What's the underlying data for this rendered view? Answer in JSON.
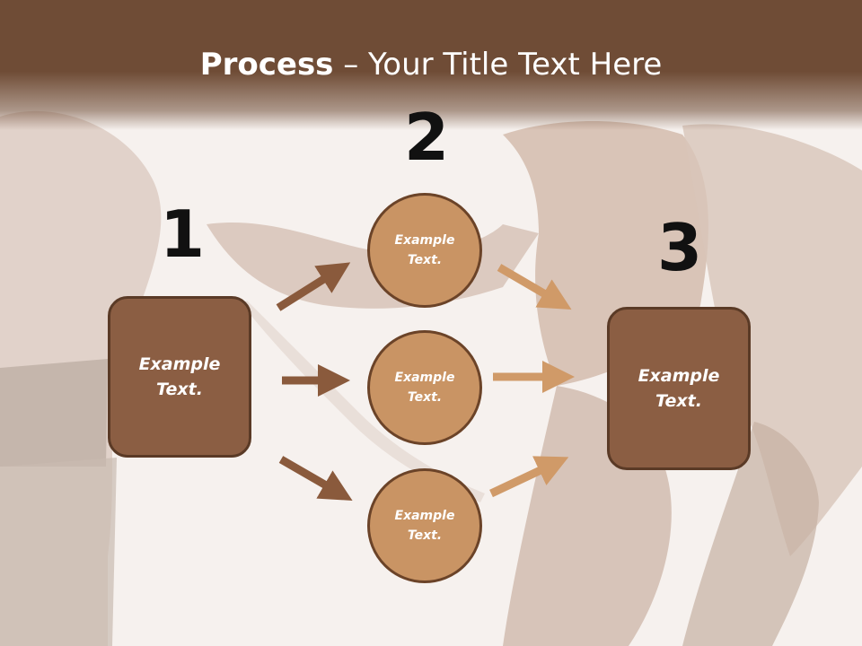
{
  "title": {
    "bold": "Process",
    "rest": " – Your Title Text Here"
  },
  "steps": {
    "one": "1",
    "two": "2",
    "three": "3"
  },
  "left_box": {
    "text": "Example\nText."
  },
  "circles": [
    {
      "text": "Example\nText."
    },
    {
      "text": "Example\nText."
    },
    {
      "text": "Example\nText."
    }
  ],
  "right_box": {
    "text": "Example\nText."
  },
  "colors": {
    "header": "#6f4c36",
    "box": "#8b5e43",
    "circle": "#c99464",
    "arrow_dark": "#8a5a3c",
    "arrow_light": "#d09a68"
  }
}
